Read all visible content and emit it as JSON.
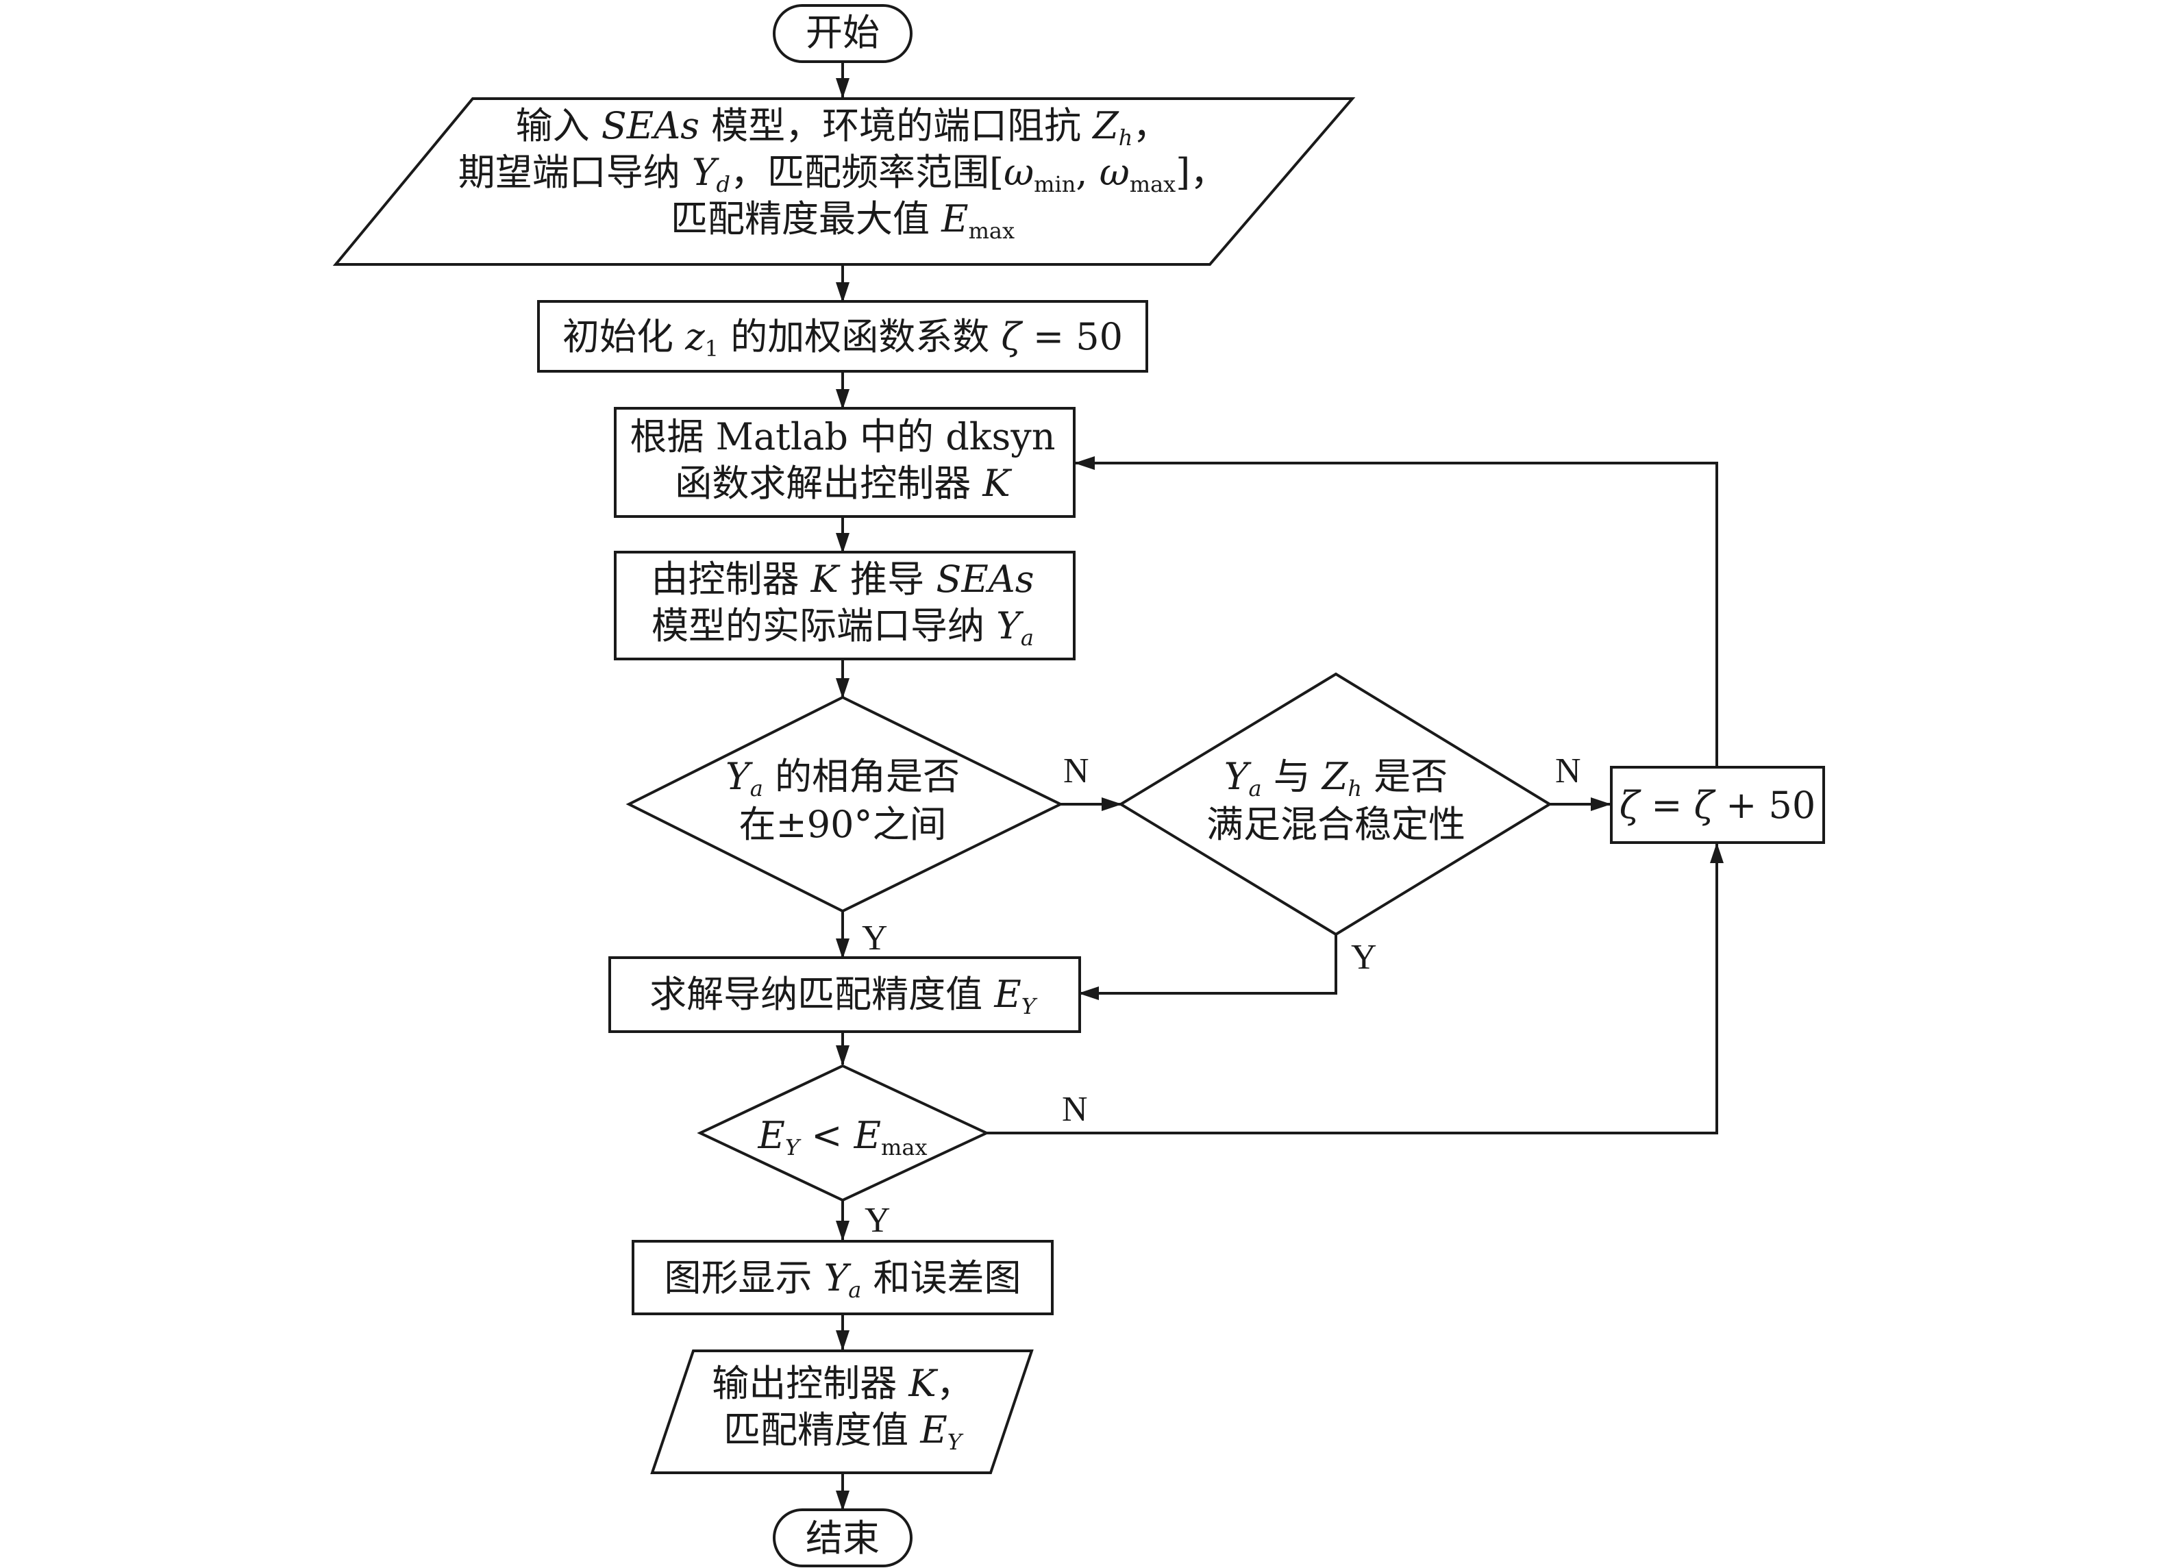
{
  "start": "开始",
  "end": "结束",
  "input": {
    "line1_a": "输入 ",
    "line1_b": "SEAs",
    "line1_c": " 模型，环境的端口阻抗 ",
    "line1_d": "Z",
    "line1_e": "h",
    "line1_f": "，",
    "line2_a": "期望端口导纳 ",
    "line2_b": "Y",
    "line2_c": "d",
    "line2_d": "，匹配频率范围[",
    "line2_e": "ω",
    "line2_f": "min",
    "line2_g": ", ",
    "line2_h": "ω",
    "line2_i": "max",
    "line2_j": "]，",
    "line3_a": "匹配精度最大值 ",
    "line3_b": "E",
    "line3_c": "max"
  },
  "init": {
    "a": "初始化 ",
    "b": "z",
    "c": "1",
    "d": " 的加权函数系数 ",
    "e": "ζ",
    "f": " = 50"
  },
  "solve": {
    "line1": "根据 Matlab 中的 dksyn",
    "line2_a": "函数求解出控制器 ",
    "line2_b": "K"
  },
  "derive": {
    "line1_a": "由控制器 ",
    "line1_b": "K",
    "line1_c": " 推导 ",
    "line1_d": "SEAs",
    "line2_a": "模型的实际端口导纳 ",
    "line2_b": "Y",
    "line2_c": "a"
  },
  "phase_check": {
    "line1_a": "Y",
    "line1_b": "a",
    "line1_c": " 的相角是否",
    "line2": "在±90°之间"
  },
  "stability_check": {
    "line1_a": "Y",
    "line1_b": "a",
    "line1_c": " 与 ",
    "line1_d": "Z",
    "line1_e": "h",
    "line1_f": " 是否",
    "line2": "满足混合稳定性"
  },
  "update": {
    "a": "ζ",
    "b": " = ",
    "c": "ζ",
    "d": " + 50"
  },
  "accuracy": {
    "a": "求解导纳匹配精度值 ",
    "b": "E",
    "c": "Y"
  },
  "compare": {
    "a": "E",
    "b": "Y",
    "c": " < ",
    "d": "E",
    "e": "max"
  },
  "display": {
    "a": "图形显示 ",
    "b": "Y",
    "c": "a",
    "d": " 和误差图"
  },
  "output": {
    "line1_a": "输出控制器 ",
    "line1_b": "K",
    "line1_c": "，",
    "line2_a": "匹配精度值 ",
    "line2_b": "E",
    "line2_c": "Y"
  },
  "labels": {
    "n1": "N",
    "n2": "N",
    "n3": "N",
    "y1": "Y",
    "y2": "Y",
    "y3": "Y"
  }
}
